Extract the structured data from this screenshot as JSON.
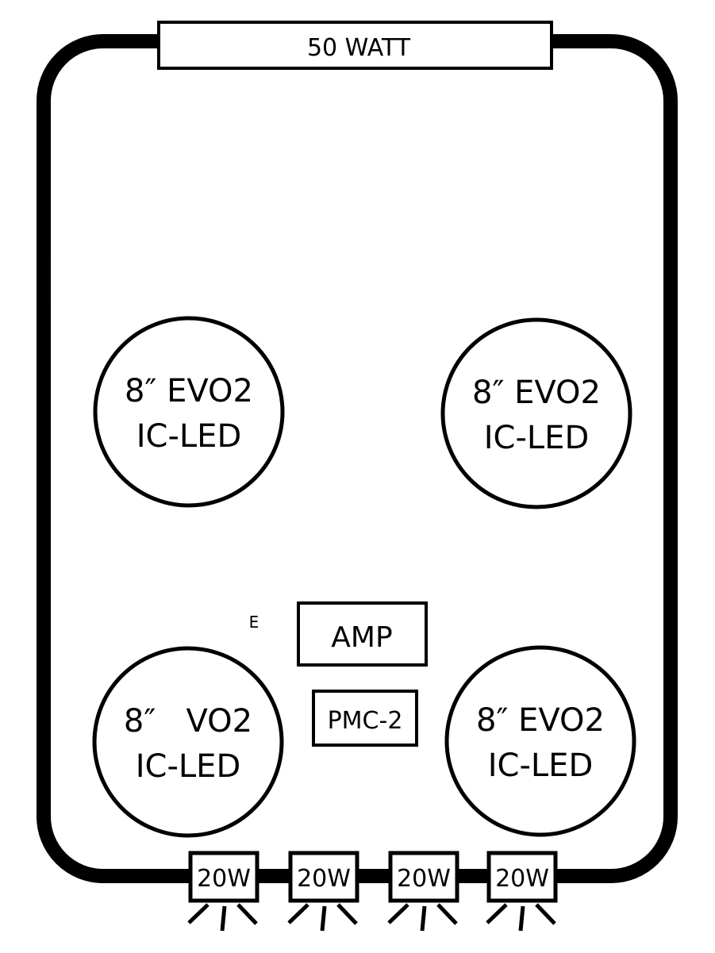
{
  "header_label": "50 WATT",
  "speakers": [
    {
      "line1": "8″ EVO2",
      "line2": "IC-LED"
    },
    {
      "line1": "8″ EVO2",
      "line2": "IC-LED"
    },
    {
      "line1": "8″   VO2",
      "line2": "IC-LED"
    },
    {
      "line1": "8″ EVO2",
      "line2": "IC-LED"
    }
  ],
  "small_mark": "E",
  "amp_label": "AMP",
  "pmc_label": "PMC-2",
  "lights": [
    "20W",
    "20W",
    "20W",
    "20W"
  ]
}
